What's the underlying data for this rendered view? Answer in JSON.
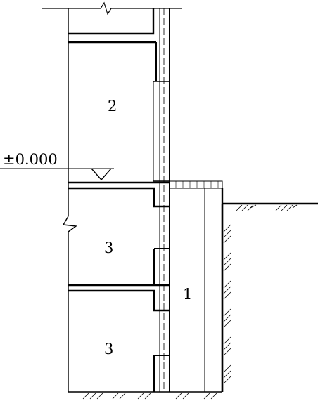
{
  "elevation_label": "±0.000",
  "zone_labels": {
    "upper_room": "2",
    "basement_upper": "3",
    "basement_lower": "3",
    "retaining_zone": "1"
  }
}
